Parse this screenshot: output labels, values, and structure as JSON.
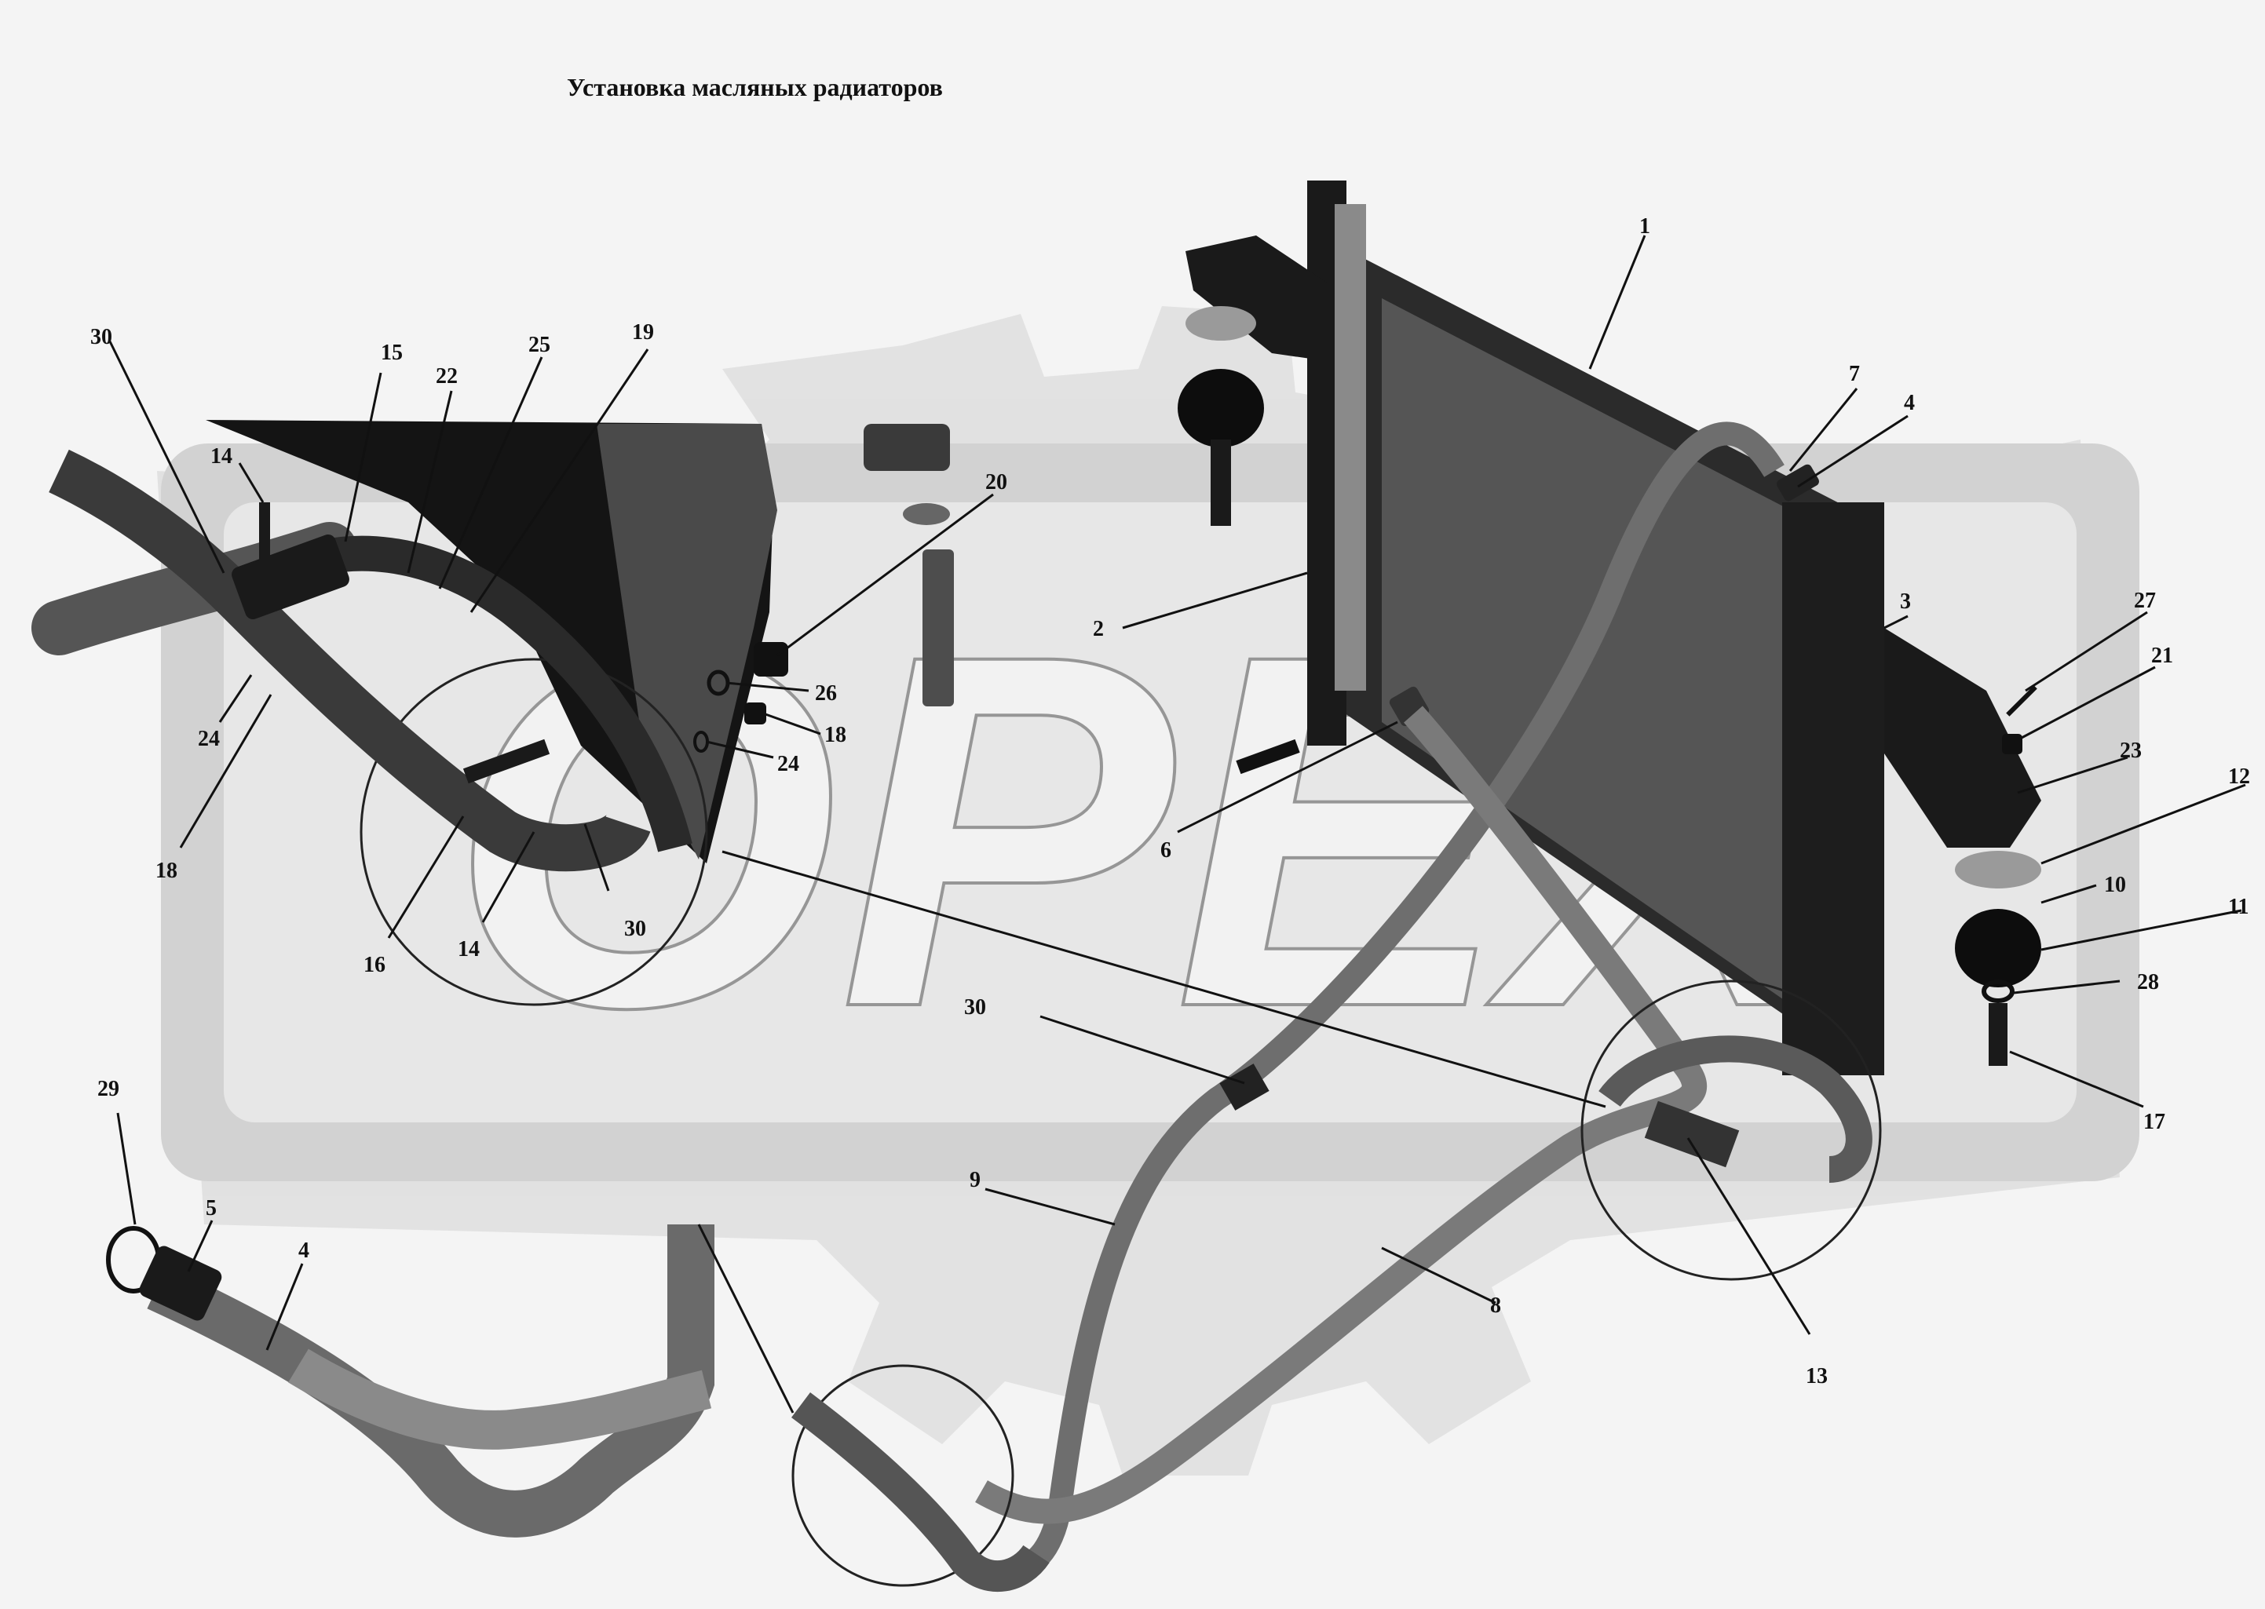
{
  "title": "Установка масляных радиаторов",
  "watermark": "OPEX",
  "callouts": [
    {
      "id": "c1",
      "label": "1"
    },
    {
      "id": "c2",
      "label": "2"
    },
    {
      "id": "c3",
      "label": "3"
    },
    {
      "id": "c4a",
      "label": "4"
    },
    {
      "id": "c4b",
      "label": "4"
    },
    {
      "id": "c5",
      "label": "5"
    },
    {
      "id": "c6",
      "label": "6"
    },
    {
      "id": "c7",
      "label": "7"
    },
    {
      "id": "c8",
      "label": "8"
    },
    {
      "id": "c9",
      "label": "9"
    },
    {
      "id": "c10",
      "label": "10"
    },
    {
      "id": "c11",
      "label": "11"
    },
    {
      "id": "c12",
      "label": "12"
    },
    {
      "id": "c13",
      "label": "13"
    },
    {
      "id": "c14a",
      "label": "14"
    },
    {
      "id": "c14b",
      "label": "14"
    },
    {
      "id": "c15",
      "label": "15"
    },
    {
      "id": "c16",
      "label": "16"
    },
    {
      "id": "c17",
      "label": "17"
    },
    {
      "id": "c18a",
      "label": "18"
    },
    {
      "id": "c18b",
      "label": "18"
    },
    {
      "id": "c19",
      "label": "19"
    },
    {
      "id": "c20",
      "label": "20"
    },
    {
      "id": "c21",
      "label": "21"
    },
    {
      "id": "c22",
      "label": "22"
    },
    {
      "id": "c23",
      "label": "23"
    },
    {
      "id": "c24a",
      "label": "24"
    },
    {
      "id": "c24b",
      "label": "24"
    },
    {
      "id": "c25",
      "label": "25"
    },
    {
      "id": "c26",
      "label": "26"
    },
    {
      "id": "c27",
      "label": "27"
    },
    {
      "id": "c28",
      "label": "28"
    },
    {
      "id": "c29",
      "label": "29"
    },
    {
      "id": "c30a",
      "label": "30"
    },
    {
      "id": "c30b",
      "label": "30"
    },
    {
      "id": "c30c",
      "label": "30"
    }
  ]
}
